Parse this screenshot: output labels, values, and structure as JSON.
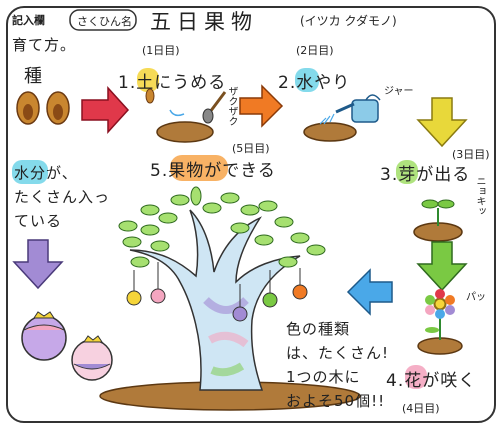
{
  "header": {
    "entry_column_label": "記入欄",
    "name_label": "さくひん名",
    "title": "五日果物",
    "reading": "(イツカ クダモノ)"
  },
  "how_to": "育て方。",
  "seed_label": "種",
  "steps": [
    {
      "day": "(1日目)",
      "label": "1.土にうめる"
    },
    {
      "day": "(2日目)",
      "label": "2.水やり"
    },
    {
      "day": "(3日目)",
      "label": "3.芽が出る"
    },
    {
      "day": "(4日目)",
      "label": "4.花が咲く"
    },
    {
      "day": "(5日目)",
      "label": "5.果物ができる"
    }
  ],
  "sound_effects": {
    "dig": "ザクザク",
    "water": "ジャー",
    "sprout": "ニョキッ",
    "bloom": "パッ"
  },
  "notes": {
    "water_line1": "水分が、",
    "water_line2": "たくさん入っ",
    "water_line3": "ている",
    "colors_line1": "色の種類",
    "colors_line2": "は、たくさん!",
    "count_line1": "1つの木に",
    "count_line2": "およそ50個!!"
  },
  "colors": {
    "arrow_red": "#e0384a",
    "arrow_orange": "#f07a24",
    "arrow_yellow": "#e8d83a",
    "arrow_green": "#7ac943",
    "arrow_blue": "#4aa8e8",
    "arrow_purple": "#a28bd4",
    "highlight_yellow": "#f5d53a",
    "highlight_cyan": "#6fd4e8",
    "highlight_green": "#a6e070",
    "highlight_pink": "#f4a6c0",
    "highlight_orange": "#f7a54a",
    "soil": "#b07a3a"
  }
}
